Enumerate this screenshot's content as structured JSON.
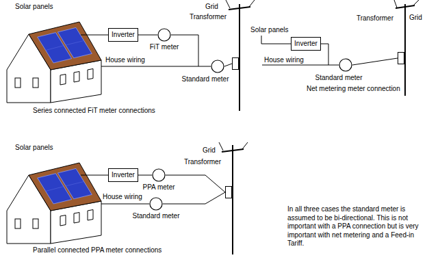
{
  "diagram": {
    "nodes": [
      {
        "text": [
          "Inverter"
        ]
      },
      {
        "text": [
          "FiT meter"
        ]
      },
      {
        "text": [
          "Standard meter"
        ]
      },
      {
        "text": [
          "Transformer"
        ]
      },
      {
        "text": [
          "Inverter"
        ]
      },
      {
        "text": [
          "Standard meter"
        ]
      },
      {
        "text": [
          "Transformer"
        ]
      },
      {
        "text": [
          "Inverter"
        ]
      },
      {
        "text": [
          "PPA meter"
        ]
      },
      {
        "text": [
          "Standard meter"
        ]
      },
      {
        "text": [
          "Transformer"
        ]
      }
    ],
    "edges": [
      {
        "from": 0,
        "to": 1,
        "arrow": "none"
      },
      {
        "from": 1,
        "to": 2,
        "arrow": "none"
      },
      {
        "from": 2,
        "to": 3,
        "arrow": "none"
      },
      {
        "from": 4,
        "to": 5,
        "arrow": "none"
      },
      {
        "from": 5,
        "to": 6,
        "arrow": "none"
      },
      {
        "from": 7,
        "to": 8,
        "arrow": "none"
      },
      {
        "from": 8,
        "to": 10,
        "arrow": "none"
      },
      {
        "from": 9,
        "to": 10,
        "arrow": "none"
      }
    ],
    "labels": [
      "Solar panels",
      "House wiring",
      "Grid",
      "Series connected FiT meter connections",
      "Solar panels",
      "House wiring",
      "Grid",
      "Net metering meter connection",
      "Solar panels",
      "House wiring",
      "Grid",
      "Parallel connected PPA meter connections",
      "In all three cases the standard meter is assumed to be bi-directional. This is not important with a PPA connection but is very important with net metering and a Feed-in Tariff."
    ]
  }
}
